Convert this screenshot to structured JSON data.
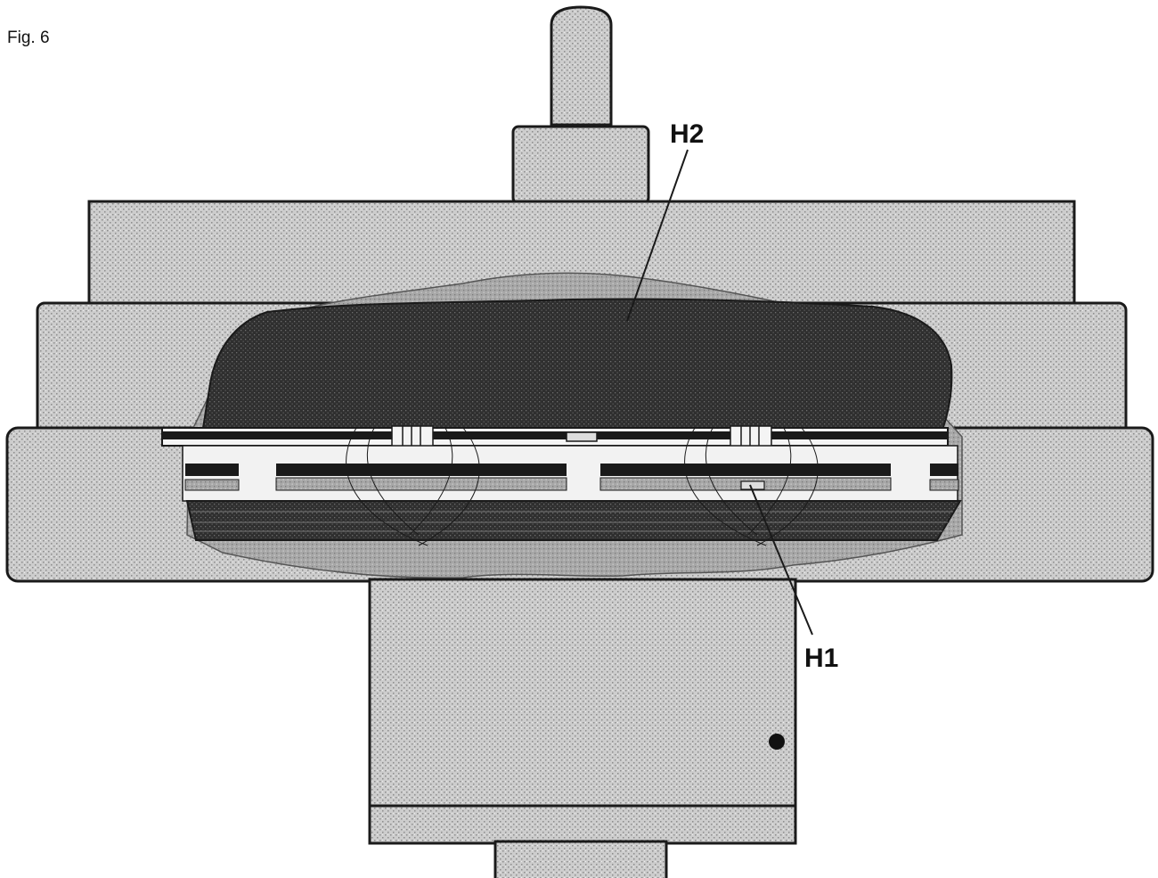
{
  "figure": {
    "title": "Fig. 6",
    "labels": {
      "h2": "H2",
      "h1": "H1"
    },
    "colors": {
      "outline": "#1a1a1a",
      "housing_gray": "#c4c4c4",
      "mass_dark": "#3a3a3a",
      "mid_gray": "#9a9a9a",
      "light_gap": "#f2f2f2"
    }
  }
}
